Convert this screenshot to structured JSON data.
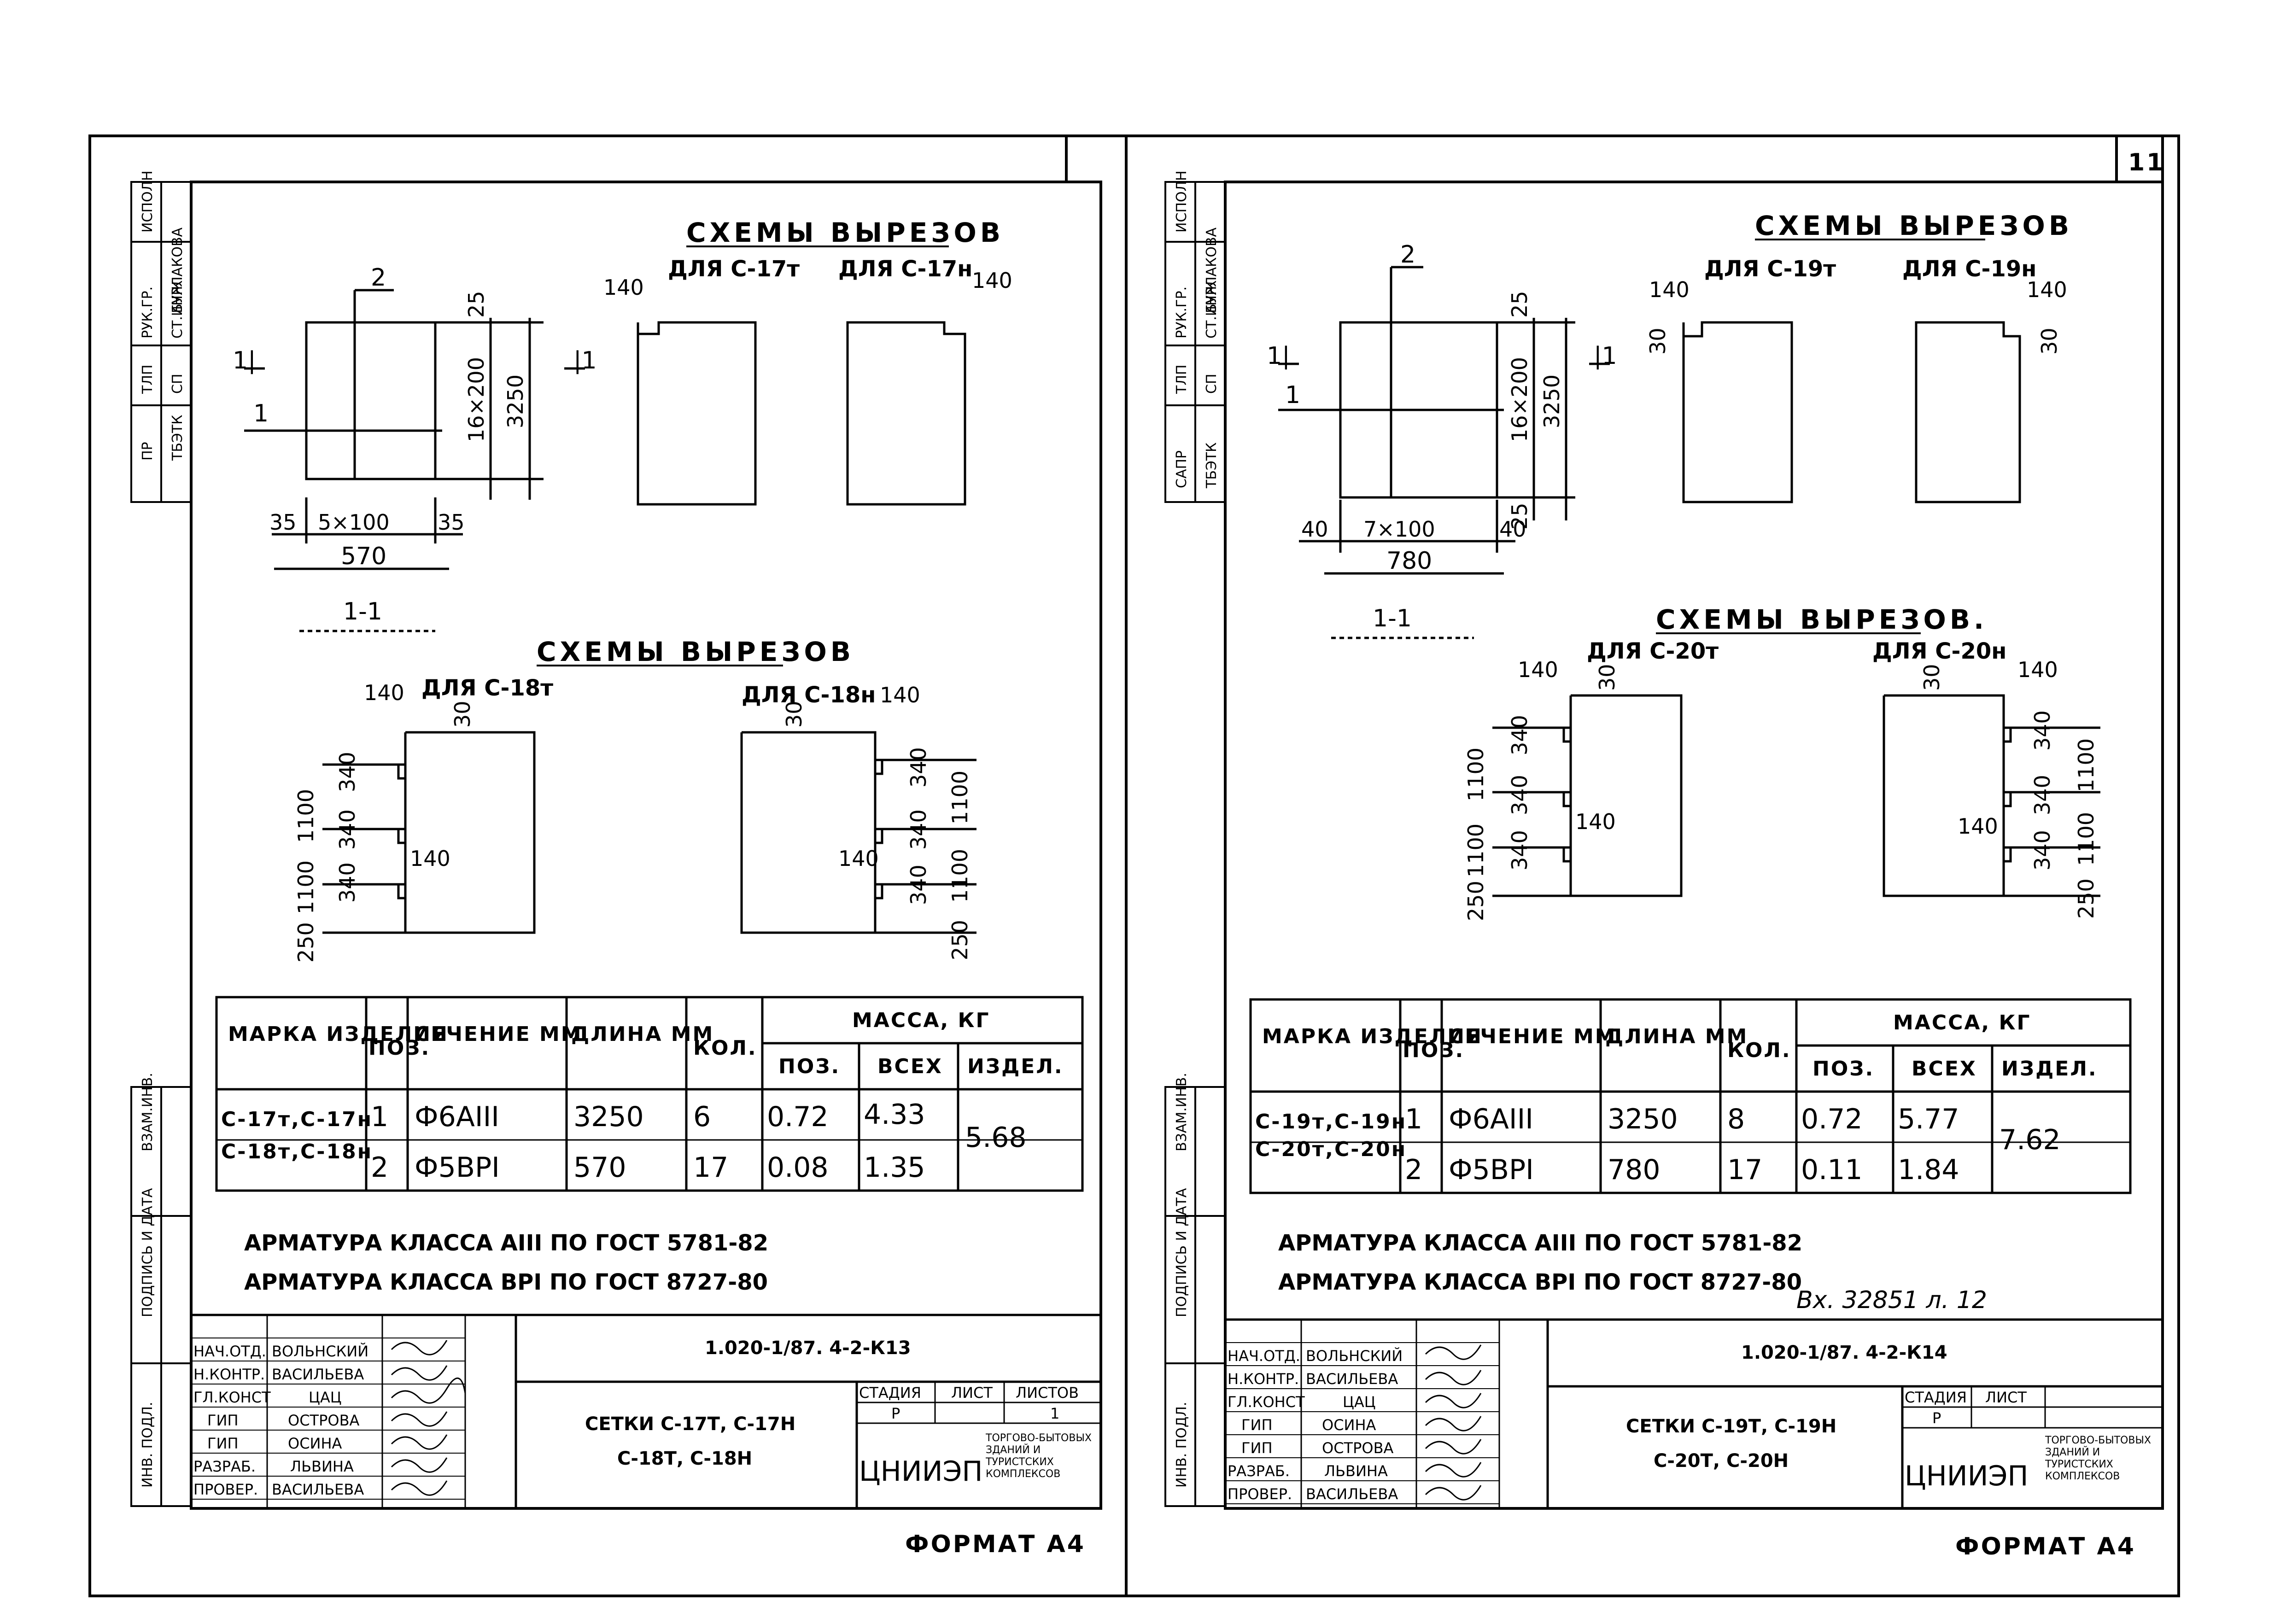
{
  "sheet_number": "11",
  "left_sheet": {
    "side_stamp": {
      "pr": "ПР",
      "tp": "ТЛП",
      "rukgr": "РУК.ГР.",
      "isp": "ИСПОЛН",
      "org": "ТБЭТК",
      "sp": "СП",
      "stinzh": "СТ.ИНЖ",
      "burl": "БУРЛАКОВА",
      "vzam": "ВЗАМ.ИНВ.",
      "podp": "ПОДПИСЬ И ДАТА",
      "inv": "ИНВ. ПОДЛ."
    },
    "top_schemes_title": "СХЕМЫ ВЫРЕЗОВ",
    "top_cut_a": "ДЛЯ С-17т",
    "top_cut_b": "ДЛЯ С-17н",
    "bottom_schemes_title": "СХЕМЫ ВЫРЕЗОВ",
    "bottom_cut_a": "ДЛЯ С-18т",
    "bottom_cut_b": "ДЛЯ С-18н",
    "section_label": "1-1",
    "dims": {
      "d2": "2",
      "d1": "1",
      "d25": "25",
      "d16x200": "16×200",
      "d3250": "3250",
      "d35a": "35",
      "d5x100": "5×100",
      "d35b": "35",
      "d570": "570",
      "d140": "140",
      "d30": "30",
      "d340": "340",
      "d1100": "1100",
      "d250": "250"
    },
    "table": {
      "h_mark": "МАРКА ИЗДЕЛИЯ",
      "h_pos": "ПОЗ.",
      "h_sec": "СЕЧЕНИЕ ММ",
      "h_len": "ДЛИНА ММ",
      "h_qty": "КОЛ.",
      "h_mass": "МАССА, КГ",
      "h_mpos": "ПОЗ.",
      "h_mall": "ВСЕХ",
      "h_mizd": "ИЗДЕЛ.",
      "mark_line1": "С-17т,С-17н",
      "mark_line2": "С-18т,С-18н",
      "rows": [
        {
          "pos": "1",
          "sec": "Ф6АIII",
          "len": "3250",
          "qty": "6",
          "mpos": "0.72",
          "mall": "4.33"
        },
        {
          "pos": "2",
          "sec": "Ф5ВРI",
          "len": "570",
          "qty": "17",
          "mpos": "0.08",
          "mall": "1.35"
        }
      ],
      "mass_total": "5.68"
    },
    "note1": "АРМАТУРА КЛАССА АIII ПО ГОСТ 5781-82",
    "note2": "АРМАТУРА КЛАССА ВРI ПО ГОСТ 8727-80",
    "stamp": {
      "code": "1.020-1/87. 4-2-К13",
      "title1": "СЕТКИ С-17Т, С-17Н",
      "title2": "С-18Т, С-18Н",
      "roles": [
        "НАЧ.ОТД.",
        "Н.КОНТР.",
        "ГЛ.КОНСТ",
        "ГИП",
        "ГИП",
        "РАЗРАБ.",
        "ПРОВЕР."
      ],
      "names": [
        "ВОЛЬНСКИЙ",
        "ВАСИЛЬЕВА",
        "ЦАЦ",
        "ОСТРОВА",
        "ОСИНА",
        "ЛЬВИНА",
        "ВАСИЛЬЕВА"
      ],
      "stage_h": "СТАДИЯ",
      "sheet_h": "ЛИСТ",
      "sheets_h": "ЛИСТОВ",
      "stage": "Р",
      "sheet": "1",
      "org": "ЦНИИЭП",
      "org_desc": "ТОРГОВО-БЫТОВЫХ ЗДАНИЙ И ТУРИСТСКИХ КОМПЛЕКСОВ"
    },
    "format": "ФОРМАТ А4"
  },
  "right_sheet": {
    "side_stamp": {
      "pr": "САПР",
      "tp": "ТЛП",
      "rukgr": "РУК.ГР.",
      "isp": "ИСПОЛН",
      "org": "ТБЭТК",
      "sp": "СП",
      "stinzh": "СТ.ИНЖ",
      "burl": "БУРЛАКОВА",
      "vzam": "ВЗАМ.ИНВ.",
      "podp": "ПОДПИСЬ И ДАТА",
      "inv": "ИНВ. ПОДЛ."
    },
    "top_schemes_title": "СХЕМЫ ВЫРЕЗОВ",
    "top_cut_a": "ДЛЯ С-19т",
    "top_cut_b": "ДЛЯ С-19н",
    "bottom_schemes_title": "СХЕМЫ ВЫРЕЗОВ.",
    "bottom_cut_a": "ДЛЯ С-20т",
    "bottom_cut_b": "ДЛЯ С-20н",
    "section_label": "1-1",
    "dims": {
      "d2": "2",
      "d1": "1",
      "d25": "25",
      "d16x200": "16×200",
      "d3250": "3250",
      "d40a": "40",
      "d7x100": "7×100",
      "d40b": "40",
      "d780": "780",
      "d140": "140",
      "d30": "30",
      "d340": "340",
      "d1100": "1100",
      "d250": "250"
    },
    "table": {
      "h_mark": "МАРКА ИЗДЕЛИЯ",
      "h_pos": "ПОЗ.",
      "h_sec": "СЕЧЕНИЕ ММ",
      "h_len": "ДЛИНА ММ",
      "h_qty": "КОЛ.",
      "h_mass": "МАССА, КГ",
      "h_mpos": "ПОЗ.",
      "h_mall": "ВСЕХ",
      "h_mizd": "ИЗДЕЛ.",
      "mark_line1": "С-19т,С-19н",
      "mark_line2": "С-20т,С-20н",
      "rows": [
        {
          "pos": "1",
          "sec": "Ф6АIII",
          "len": "3250",
          "qty": "8",
          "mpos": "0.72",
          "mall": "5.77"
        },
        {
          "pos": "2",
          "sec": "Ф5ВРI",
          "len": "780",
          "qty": "17",
          "mpos": "0.11",
          "mall": "1.84"
        }
      ],
      "mass_total": "7.62"
    },
    "note1": "АРМАТУРА КЛАССА АIII ПО ГОСТ 5781-82",
    "note2": "АРМАТУРА КЛАССА ВРI ПО ГОСТ 8727-80",
    "handwritten_note": "Вх. 32851 л. 12",
    "stamp": {
      "code": "1.020-1/87. 4-2-К14",
      "title1": "СЕТКИ С-19Т, С-19Н",
      "title2": "С-20Т, С-20Н",
      "roles": [
        "НАЧ.ОТД.",
        "Н.КОНТР.",
        "ГЛ.КОНСТ",
        "ГИП",
        "ГИП",
        "РАЗРАБ.",
        "ПРОВЕР."
      ],
      "names": [
        "ВОЛЬНСКИЙ",
        "ВАСИЛЬЕВА",
        "ЦАЦ",
        "ОСИНА",
        "ОСТРОВА",
        "ЛЬВИНА",
        "ВАСИЛЬЕВА"
      ],
      "stage_h": "СТАДИЯ",
      "sheet_h": "ЛИСТ",
      "stage": "Р",
      "org": "ЦНИИЭП",
      "org_desc": "ТОРГОВО-БЫТОВЫХ ЗДАНИЙ И ТУРИСТСКИХ КОМПЛЕКСОВ"
    },
    "format": "ФОРМАТ А4"
  }
}
